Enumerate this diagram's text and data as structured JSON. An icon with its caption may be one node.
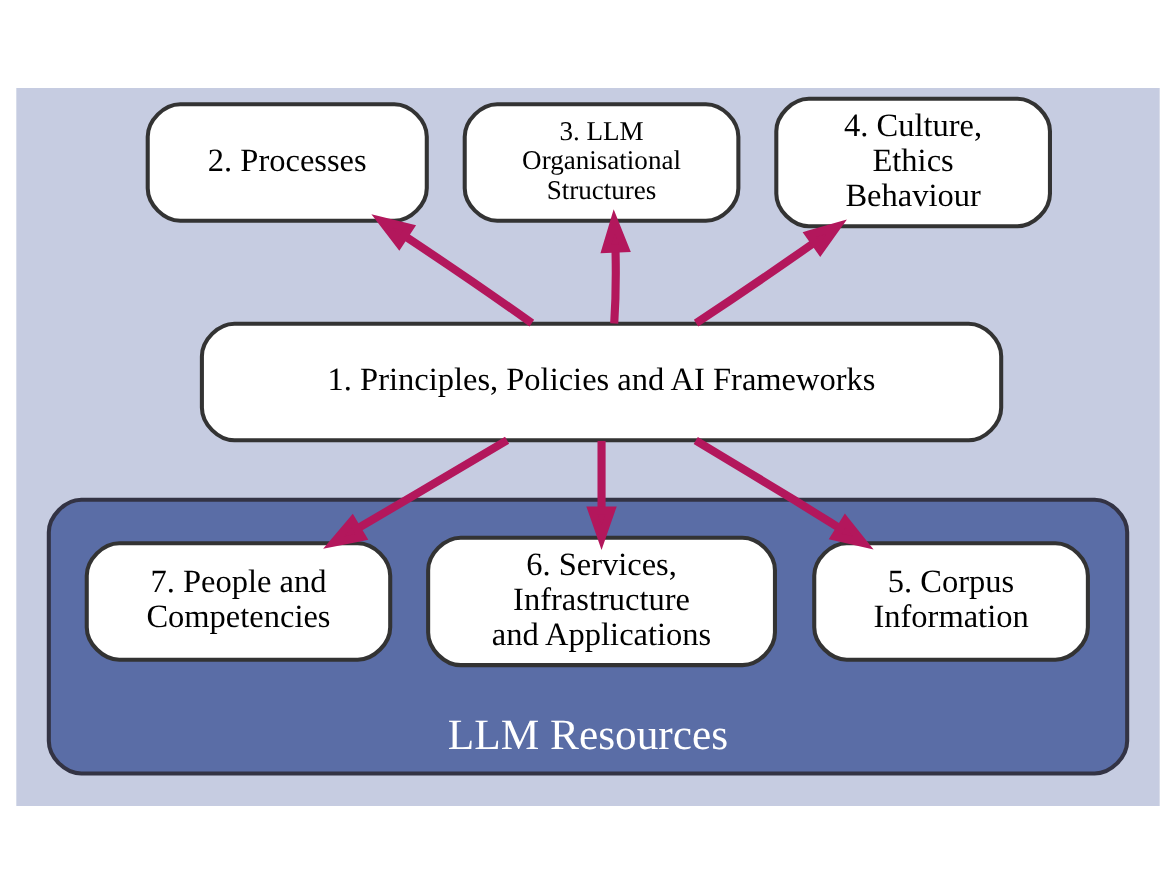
{
  "diagram": {
    "nodes": [
      {
        "text": [
          "2. Processes"
        ]
      },
      {
        "text": [
          "3. LLM Organisational Structures"
        ]
      },
      {
        "text": [
          "4. Culture, Ethics Behaviour"
        ]
      },
      {
        "text": [
          "1. Principles, Policies and AI Frameworks"
        ]
      },
      {
        "text": [
          "LLM Resources"
        ]
      },
      {
        "text": [
          "5. Corpus Information"
        ],
        "in": 4
      },
      {
        "text": [
          "6. Services, Infrastructure and Applications"
        ],
        "in": 4
      },
      {
        "text": [
          "7. People and Competencies"
        ],
        "in": 4
      }
    ],
    "edges": [
      {
        "from": 3,
        "to": 0,
        "arrow": "to"
      },
      {
        "from": 3,
        "to": 1,
        "arrow": "to"
      },
      {
        "from": 3,
        "to": 2,
        "arrow": "to"
      },
      {
        "from": 3,
        "to": 5,
        "arrow": "to"
      },
      {
        "from": 3,
        "to": 6,
        "arrow": "to"
      },
      {
        "from": 3,
        "to": 7,
        "arrow": "to"
      }
    ]
  }
}
